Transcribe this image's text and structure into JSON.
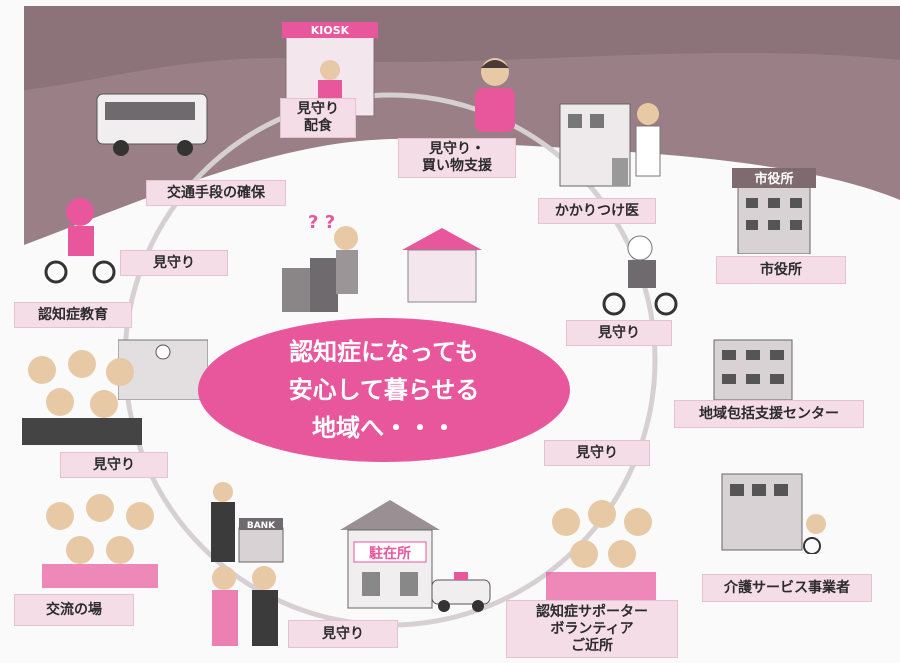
{
  "center_message": "認知症になっても\n安心して暮らせる\n地域へ・・・",
  "labels": {
    "watch_meal": "見守り\n配食",
    "watch_shopping": "見守り・\n買い物支援",
    "transport": "交通手段の確保",
    "doctor": "かかりつけ医",
    "watch_delivery": "見守り",
    "city_office": "市役所",
    "dementia_education": "認知症教育",
    "watch_police_bike": "見守り",
    "watch_school": "見守り",
    "community_center": "地域包括支援センター",
    "watch_right": "見守り",
    "exchange_place": "交流の場",
    "care_service": "介護サービス事業者",
    "watch_bottom": "見守り",
    "supporters": "認知症サポーター\nボランティア\nご近所"
  },
  "signs": {
    "kiosk": "KIOSK",
    "city_office_sign": "市役所",
    "bank": "BANK",
    "police_box": "駐在所"
  },
  "colors": {
    "accent": "#e8579b",
    "label_bg": "#f4dde6",
    "sky": "#9a7f86"
  }
}
